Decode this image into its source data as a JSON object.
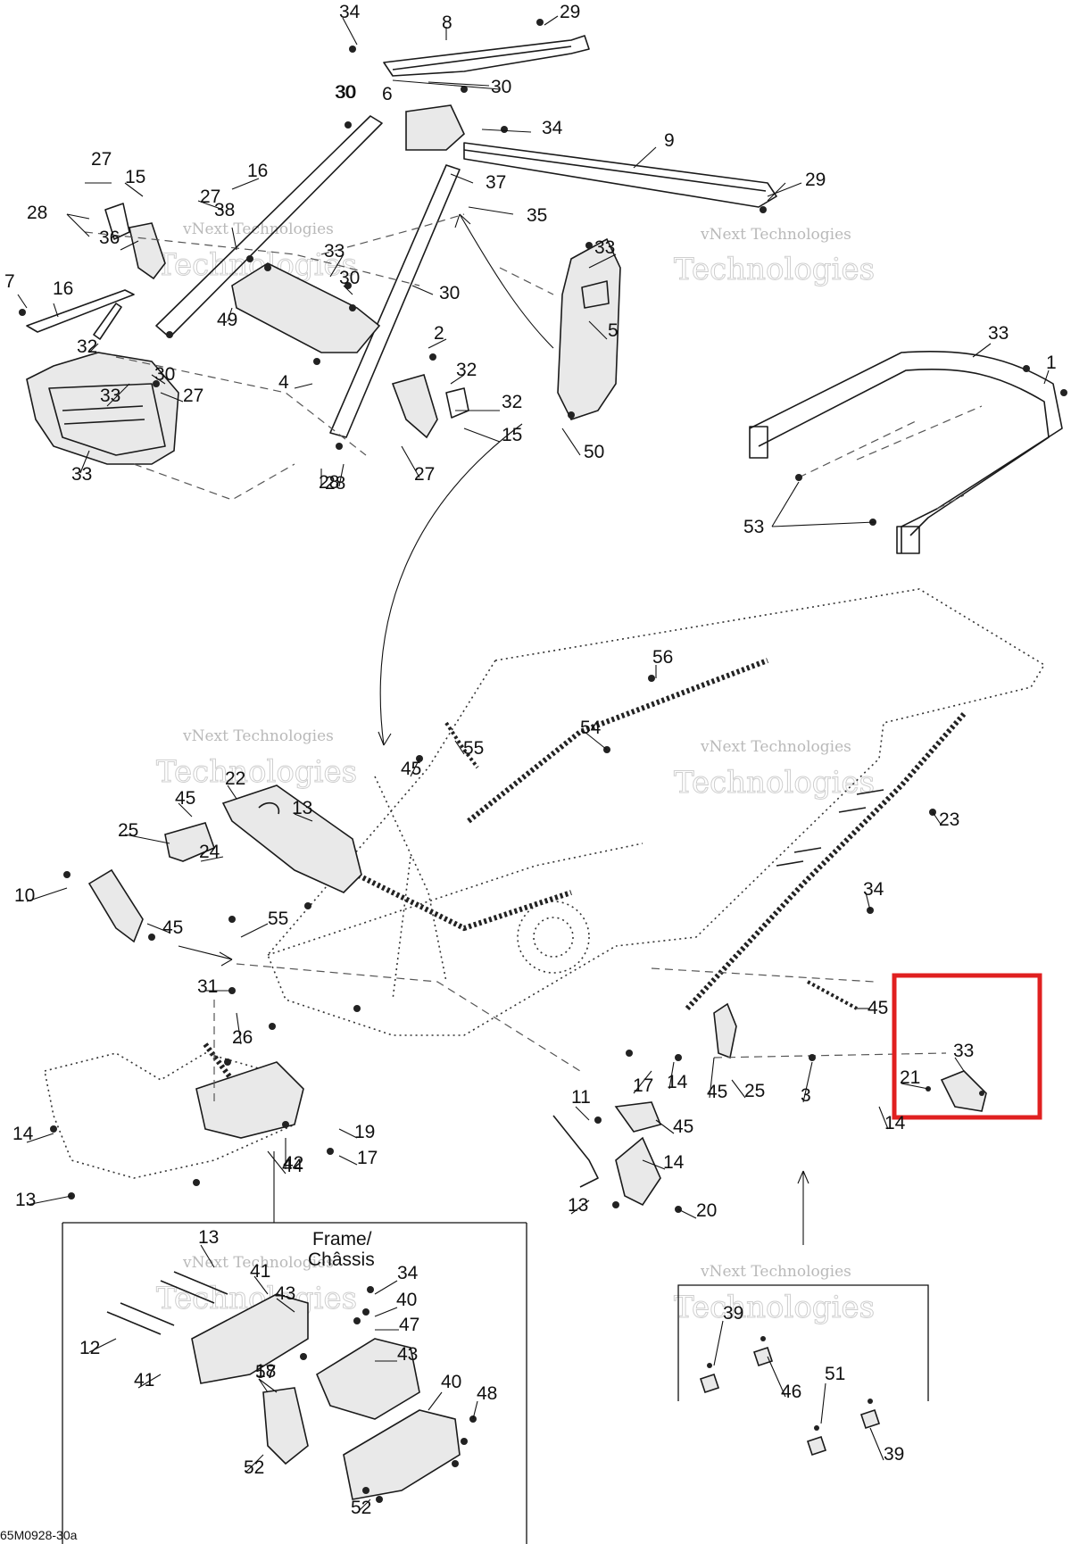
{
  "diagram": {
    "reference_code": "65M0928-30a",
    "watermark": {
      "line1": "vNext Technologies",
      "line2": "Technologies"
    },
    "detail_box_label": {
      "line1": "Frame/",
      "line2": "Châssis"
    },
    "highlight_color": "#e02020",
    "callouts": [
      "34",
      "8",
      "29",
      "30",
      "6",
      "30",
      "34",
      "9",
      "29",
      "27",
      "15",
      "16",
      "27",
      "37",
      "35",
      "38",
      "28",
      "30",
      "33",
      "33",
      "36",
      "49",
      "30",
      "30",
      "7",
      "16",
      "32",
      "4",
      "5",
      "30",
      "2",
      "33",
      "27",
      "32",
      "32",
      "15",
      "27",
      "28",
      "50",
      "28",
      "33",
      "33",
      "1",
      "53",
      "56",
      "54",
      "55",
      "45",
      "22",
      "45",
      "13",
      "25",
      "23",
      "24",
      "55",
      "10",
      "45",
      "34",
      "31",
      "45",
      "33",
      "21",
      "26",
      "14",
      "17",
      "14",
      "45",
      "25",
      "3",
      "11",
      "45",
      "14",
      "19",
      "42",
      "17",
      "13",
      "44",
      "14",
      "13",
      "20",
      "13",
      "34",
      "41",
      "43",
      "40",
      "47",
      "12",
      "43",
      "41",
      "57",
      "40",
      "18",
      "48",
      "39",
      "52",
      "46",
      "51",
      "52",
      "39",
      "51"
    ]
  }
}
